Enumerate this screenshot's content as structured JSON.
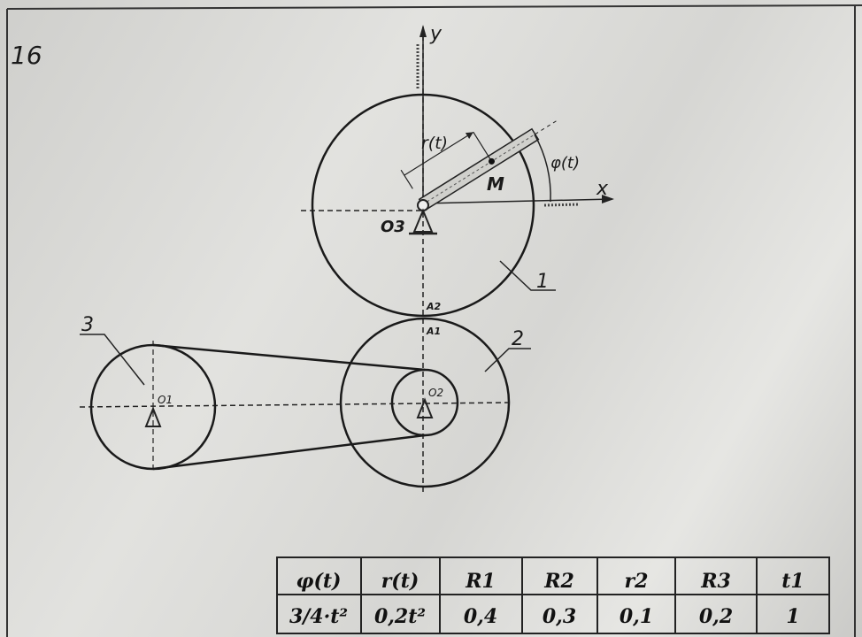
{
  "problem_number": "16",
  "labels": {
    "y_axis": "y",
    "x_axis": "x",
    "r_t": "r(t)",
    "phi_t": "φ(t)",
    "point_m": "M",
    "o3": "O3",
    "o2": "O2",
    "o1": "O1",
    "a2": "A2",
    "a1": "A1",
    "wheel1": "1",
    "wheel2": "2",
    "wheel3": "3"
  },
  "table": {
    "headers": [
      "φ(t)",
      "r(t)",
      "R1",
      "R2",
      "r2",
      "R3",
      "t1"
    ],
    "values": [
      "3/4·t²",
      "0,2t²",
      "0,4",
      "0,3",
      "0,1",
      "0,2",
      "1"
    ]
  }
}
